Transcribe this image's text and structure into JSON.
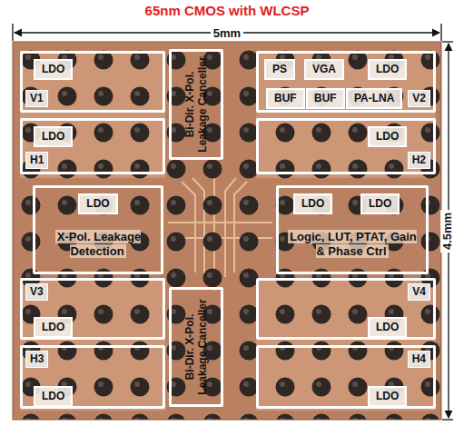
{
  "diagram": {
    "title": "65nm CMOS with WLCSP",
    "nodes": [
      {
        "text": [
          "V1"
        ]
      },
      {
        "text": [
          "LDO"
        ],
        "in": 0
      },
      {
        "text": [
          "Bi-Dir. X-Pol. Leakage Canceller"
        ]
      },
      {
        "text": [
          "V2"
        ]
      },
      {
        "text": [
          "PS"
        ],
        "in": 3
      },
      {
        "text": [
          "VGA"
        ],
        "in": 3
      },
      {
        "text": [
          "BUF"
        ],
        "in": 3
      },
      {
        "text": [
          "BUF"
        ],
        "in": 3
      },
      {
        "text": [
          "PA-LNA"
        ],
        "in": 3
      },
      {
        "text": [
          "LDO"
        ],
        "in": 3
      },
      {
        "text": [
          "H1"
        ]
      },
      {
        "text": [
          "LDO"
        ],
        "in": 10
      },
      {
        "text": [
          "H2"
        ]
      },
      {
        "text": [
          "LDO"
        ],
        "in": 12
      },
      {
        "text": [
          "X-Pol. Leakage Detection"
        ]
      },
      {
        "text": [
          "LDO"
        ],
        "in": 14
      },
      {
        "text": [
          "Logic, LUT, PTAT, Gain & Phase Ctrl"
        ]
      },
      {
        "text": [
          "LDO"
        ],
        "in": 16
      },
      {
        "text": [
          "LDO"
        ],
        "in": 16
      },
      {
        "text": [
          "V3"
        ]
      },
      {
        "text": [
          "LDO"
        ],
        "in": 19
      },
      {
        "text": [
          "Bi-Dir. X-Pol. Leakage Canceller"
        ]
      },
      {
        "text": [
          "V4"
        ]
      },
      {
        "text": [
          "LDO"
        ],
        "in": 22
      },
      {
        "text": [
          "H3"
        ]
      },
      {
        "text": [
          "LDO"
        ],
        "in": 24
      },
      {
        "text": [
          "H4"
        ]
      },
      {
        "text": [
          "LDO"
        ],
        "in": 26
      }
    ],
    "labels": [
      "5mm",
      "4.5mm"
    ]
  }
}
